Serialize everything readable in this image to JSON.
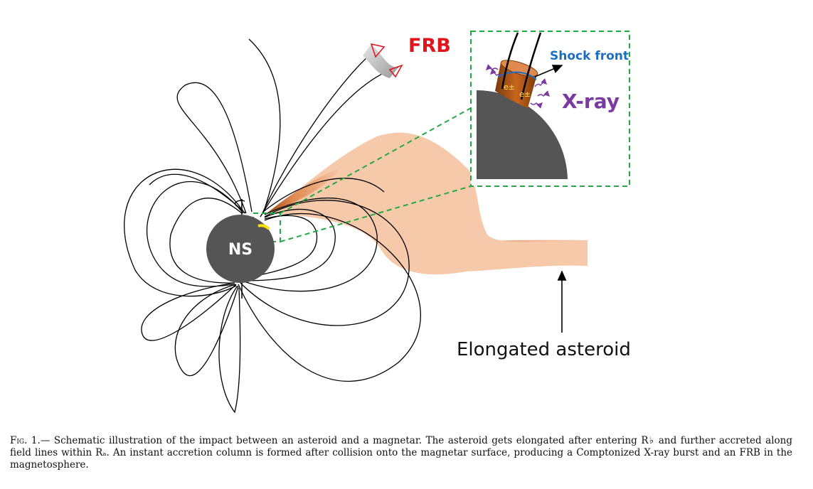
{
  "figure": {
    "labels": {
      "ns": "NS",
      "frb": "FRB",
      "shock_front": "Shock front",
      "xray": "X-ray",
      "asteroid": "Elongated asteroid",
      "pair": "e±"
    },
    "colors": {
      "neutron_star": "#555555",
      "asteroid": "#f6c9aa",
      "frb": "#e0141a",
      "xray": "#7a3aa0",
      "shock_front": "#1b6fc2",
      "inset_border": "#22aa44"
    }
  },
  "caption": {
    "label": "Fig. 1.",
    "text": "— Schematic illustration of the impact between an asteroid and a magnetar. The asteroid gets elongated after entering R♭ and further accreted along field lines within Rₐ. An instant accretion column is formed after collision onto the magnetar surface, producing a Comptonized X-ray burst and an FRB in the magnetosphere."
  }
}
